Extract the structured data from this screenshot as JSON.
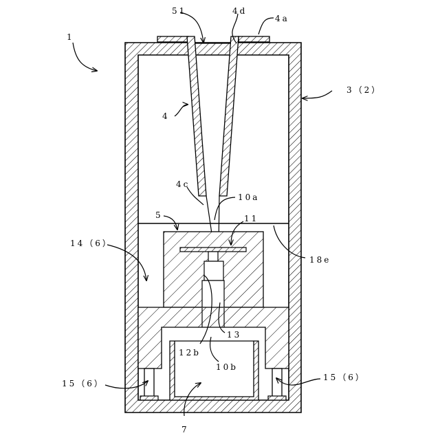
{
  "labels": {
    "device": "1",
    "housing": "3（2）",
    "tip": "4",
    "tip_flange": "4a",
    "tip_lower": "4c",
    "tip_upper": "4d",
    "holder": "5",
    "tip_mouth": "51",
    "needle_tip": "10a",
    "needle_base": "10b",
    "inner_tube": "12b",
    "connector": "13",
    "chamber": "14（6）",
    "leg_left": "15（6）",
    "leg_right": "15（6）",
    "container": "7",
    "plate": "11",
    "partition": "18e"
  },
  "colors": {
    "line": "#000000",
    "background": "#ffffff"
  }
}
